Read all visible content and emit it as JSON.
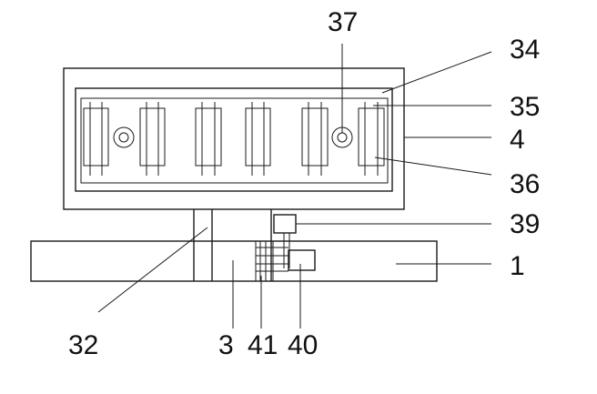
{
  "labels": {
    "l37": "37",
    "l34": "34",
    "l35": "35",
    "l4": "4",
    "l36": "36",
    "l39": "39",
    "l1": "1",
    "l32": "32",
    "l3": "3",
    "l41": "41",
    "l40": "40"
  }
}
